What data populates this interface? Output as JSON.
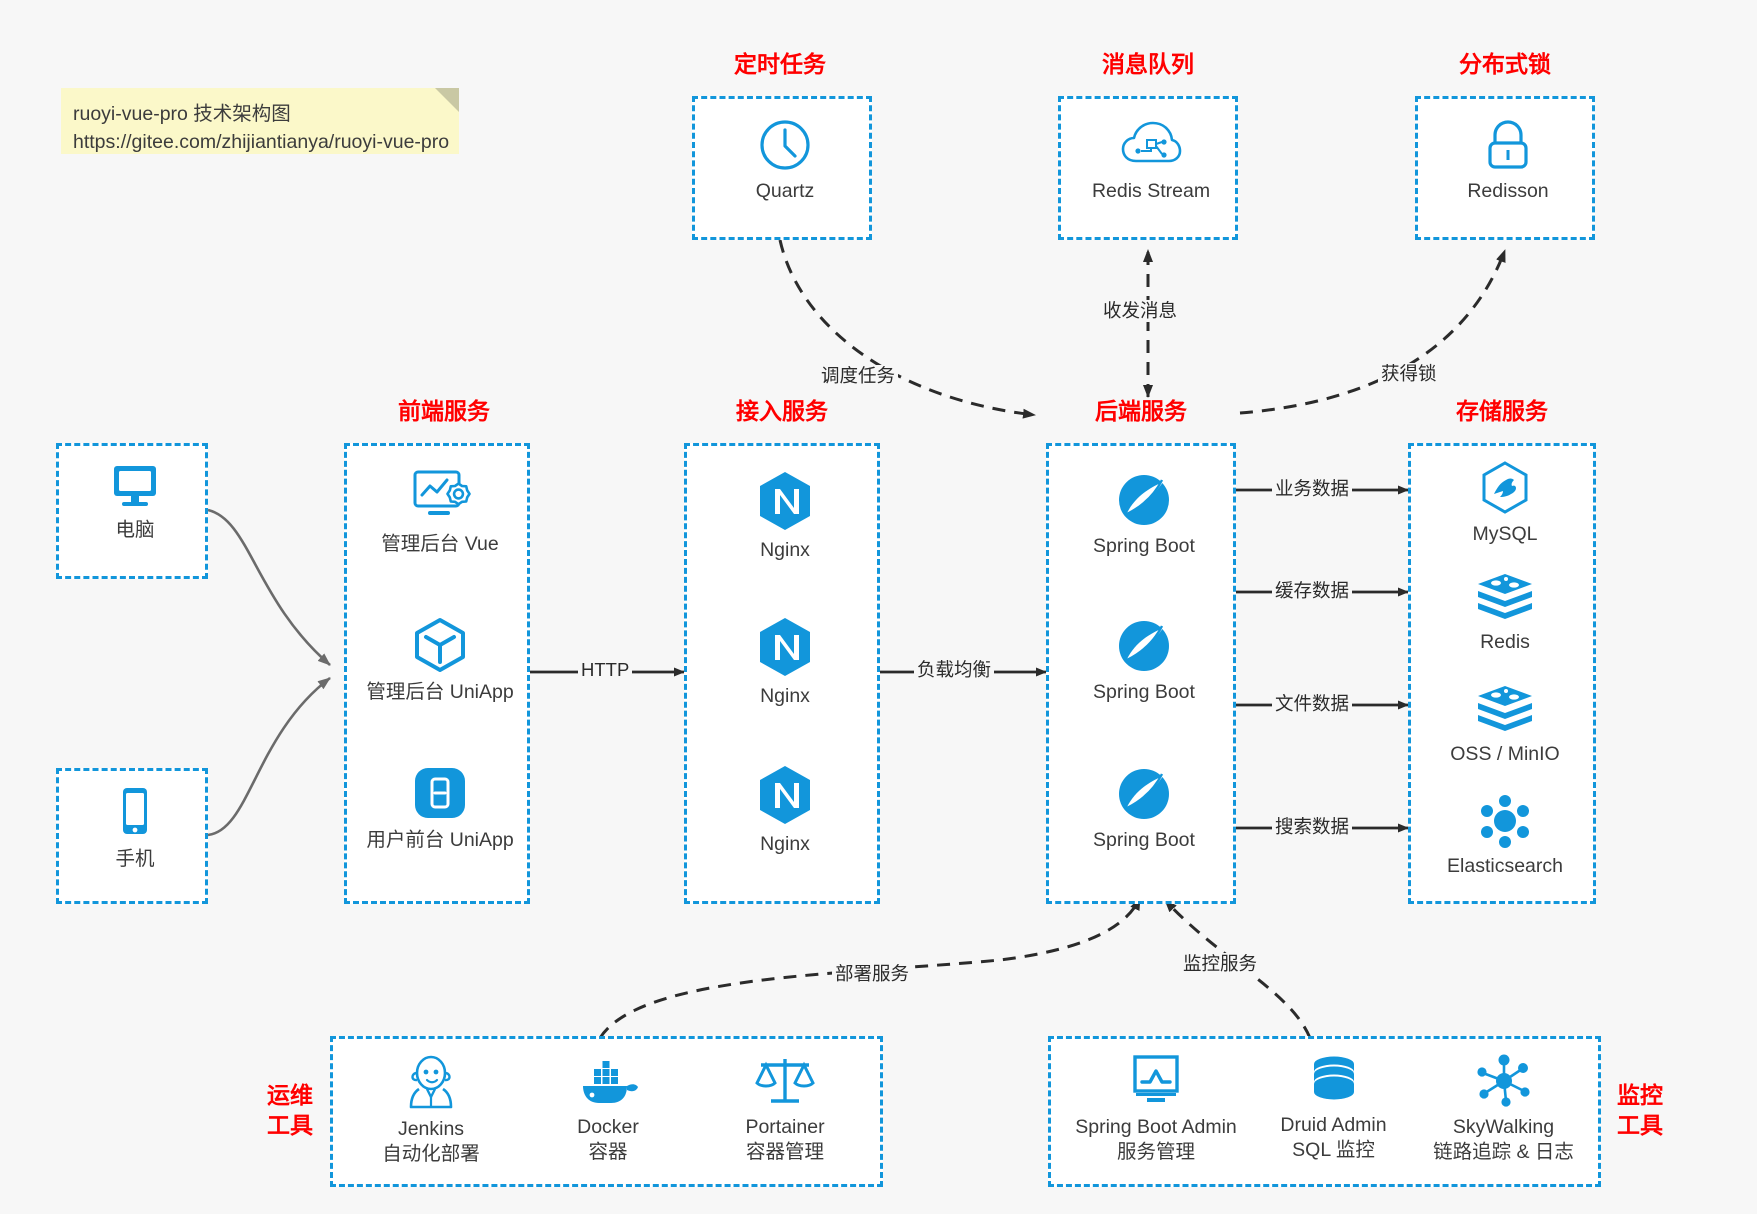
{
  "note": {
    "line1": "ruoyi-vue-pro 技术架构图",
    "line2": "https://gitee.com/zhijiantianya/ruoyi-vue-pro"
  },
  "colors": {
    "accent": "#1296db",
    "group_title": "#ff0000",
    "background": "#f7f7f7",
    "node_fill": "#ffffff",
    "text": "#3c3c3c",
    "connector": "#2b2b2b",
    "client_connector": "#6b6b6b",
    "note_bg": "#fbf8c9"
  },
  "groups": {
    "scheduler": {
      "title": "定时任务",
      "nodes": [
        {
          "label": "Quartz",
          "icon": "clock-icon"
        }
      ]
    },
    "message_queue": {
      "title": "消息队列",
      "nodes": [
        {
          "label": "Redis Stream",
          "icon": "cloud-network-icon"
        }
      ]
    },
    "distributed_lock": {
      "title": "分布式锁",
      "nodes": [
        {
          "label": "Redisson",
          "icon": "padlock-icon"
        }
      ]
    },
    "clients": {
      "nodes": [
        {
          "label": "电脑",
          "icon": "desktop-computer-icon"
        },
        {
          "label": "手机",
          "icon": "mobile-phone-icon"
        }
      ]
    },
    "frontend": {
      "title": "前端服务",
      "nodes": [
        {
          "label": "管理后台 Vue",
          "icon": "admin-dashboard-icon"
        },
        {
          "label": "管理后台 UniApp",
          "icon": "cube-icon"
        },
        {
          "label": "用户前台 UniApp",
          "icon": "mobile-app-icon"
        }
      ]
    },
    "access": {
      "title": "接入服务",
      "nodes": [
        {
          "label": "Nginx",
          "icon": "nginx-icon"
        },
        {
          "label": "Nginx",
          "icon": "nginx-icon"
        },
        {
          "label": "Nginx",
          "icon": "nginx-icon"
        }
      ]
    },
    "backend": {
      "title": "后端服务",
      "nodes": [
        {
          "label": "Spring Boot",
          "icon": "spring-boot-icon"
        },
        {
          "label": "Spring Boot",
          "icon": "spring-boot-icon"
        },
        {
          "label": "Spring Boot",
          "icon": "spring-boot-icon"
        }
      ]
    },
    "storage": {
      "title": "存储服务",
      "nodes": [
        {
          "label": "MySQL",
          "icon": "mysql-icon"
        },
        {
          "label": "Redis",
          "icon": "redis-icon"
        },
        {
          "label": "OSS / MinIO",
          "icon": "object-storage-icon"
        },
        {
          "label": "Elasticsearch",
          "icon": "elasticsearch-icon"
        }
      ]
    },
    "devops": {
      "title_line1": "运维",
      "title_line2": "工具",
      "nodes": [
        {
          "label": "Jenkins",
          "sub": "自动化部署",
          "icon": "jenkins-icon"
        },
        {
          "label": "Docker",
          "sub": "容器",
          "icon": "docker-whale-icon"
        },
        {
          "label": "Portainer",
          "sub": "容器管理",
          "icon": "scales-icon"
        }
      ]
    },
    "monitoring": {
      "title_line1": "监控",
      "title_line2": "工具",
      "nodes": [
        {
          "label": "Spring Boot Admin",
          "sub": "服务管理",
          "icon": "monitor-chart-icon"
        },
        {
          "label": "Druid Admin",
          "sub": "SQL 监控",
          "icon": "database-icon"
        },
        {
          "label": "SkyWalking",
          "sub": "链路追踪 & 日志",
          "icon": "network-nodes-icon"
        }
      ]
    }
  },
  "edges": [
    {
      "id": "frontend-to-access",
      "label": "HTTP"
    },
    {
      "id": "access-to-backend",
      "label": "负载均衡"
    },
    {
      "id": "scheduler-to-backend",
      "label": "调度任务"
    },
    {
      "id": "backend-to-mq",
      "label": "收发消息"
    },
    {
      "id": "backend-to-lock",
      "label": "获得锁"
    },
    {
      "id": "backend-to-mysql",
      "label": "业务数据"
    },
    {
      "id": "backend-to-redis",
      "label": "缓存数据"
    },
    {
      "id": "backend-to-oss",
      "label": "文件数据"
    },
    {
      "id": "backend-to-es",
      "label": "搜索数据"
    },
    {
      "id": "devops-to-backend",
      "label": "部署服务"
    },
    {
      "id": "monitoring-to-backend",
      "label": "监控服务"
    }
  ]
}
